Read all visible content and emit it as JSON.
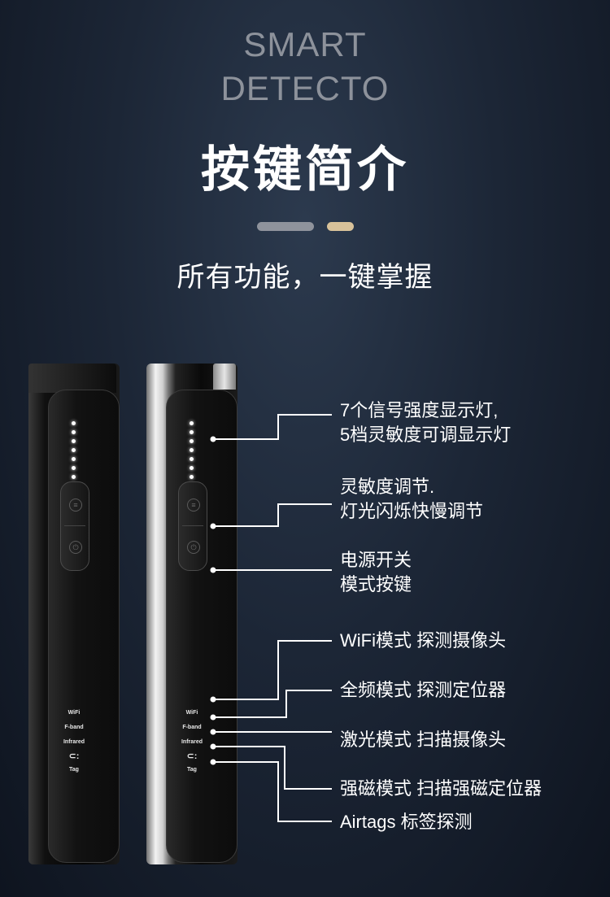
{
  "header": {
    "brand_line1": "SMART",
    "brand_line2": "DETECTO",
    "title": "按键简介",
    "subtitle": "所有功能，一键掌握",
    "accent_colors": [
      "#8f939c",
      "#d8c29a"
    ]
  },
  "device": {
    "led_count": 7,
    "mode_labels": [
      "WiFi",
      "F-band",
      "Infrared",
      "⊂:",
      "Tag"
    ]
  },
  "callouts": [
    {
      "line1": "7个信号强度显示灯,",
      "line2": "5档灵敏度可调显示灯"
    },
    {
      "line1": "灵敏度调节.",
      "line2": "灯光闪烁快慢调节"
    },
    {
      "line1": "电源开关",
      "line2": "模式按键"
    },
    {
      "line1": "WiFi模式  探测摄像头"
    },
    {
      "line1": "全频模式  探测定位器"
    },
    {
      "line1": "激光模式  扫描摄像头"
    },
    {
      "line1": "强磁模式  扫描强磁定位器"
    },
    {
      "line1": "Airtags  标签探测"
    }
  ]
}
